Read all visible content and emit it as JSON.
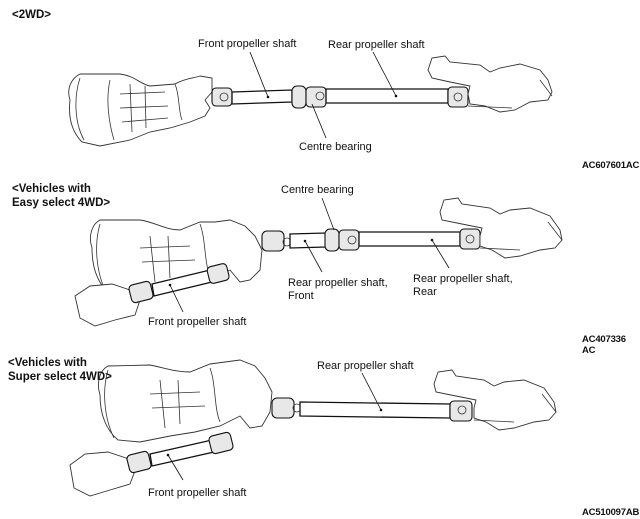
{
  "sections": [
    {
      "title": "<2WD>",
      "labels": {
        "front_shaft": "Front propeller shaft",
        "rear_shaft": "Rear propeller shaft",
        "centre_bearing": "Centre bearing"
      },
      "figure_code": "AC607601AC"
    },
    {
      "title": "<Vehicles with\nEasy select 4WD>",
      "labels": {
        "centre_bearing": "Centre bearing",
        "rear_shaft_front": "Rear propeller shaft,\nFront",
        "rear_shaft_rear": "Rear propeller shaft,\nRear",
        "front_shaft": "Front propeller shaft"
      },
      "figure_code": "AC407336 AC"
    },
    {
      "title": "<Vehicles with\nSuper select 4WD>",
      "labels": {
        "rear_shaft": "Rear propeller shaft",
        "front_shaft": "Front propeller shaft"
      },
      "figure_code": "AC510097AB"
    }
  ]
}
